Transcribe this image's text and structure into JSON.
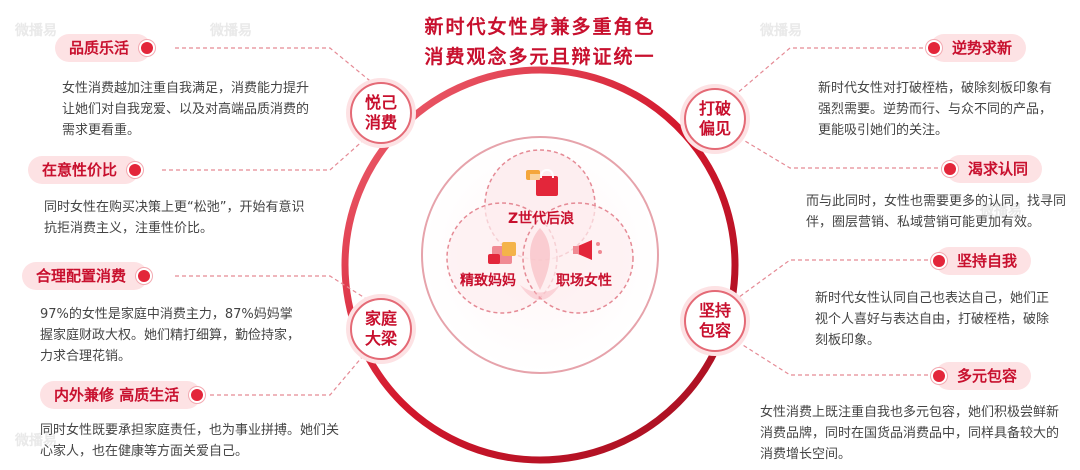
{
  "title": {
    "line1": "新时代女性身兼多重角色",
    "line2": "消费观念多元且辩证统一"
  },
  "nodes": [
    {
      "label": "悦己消费"
    },
    {
      "label": "家庭大梁"
    },
    {
      "label": "打破偏见"
    },
    {
      "label": "坚持包容"
    }
  ],
  "venn": {
    "top": "Z世代后浪",
    "left": "精致妈妈",
    "right": "职场女性"
  },
  "left_items": [
    {
      "title": "品质乐活",
      "desc": "女性消费越加注重自我满足，消费能力提升让她们对自我宠爱、以及对高端品质消费的需求更看重。"
    },
    {
      "title": "在意性价比",
      "desc": "同时女性在购买决策上更“松弛”，开始有意识抗拒消费主义，注重性价比。"
    },
    {
      "title": "合理配置消费",
      "desc": "97%的女性是家庭中消费主力，87%妈妈掌握家庭财政大权。她们精打细算，勤俭持家，力求合理花销。"
    },
    {
      "title": "内外兼修 高质生活",
      "desc": "同时女性既要承担家庭责任，也为事业拼搏。她们关心家人，也在健康等方面关爱自己。"
    }
  ],
  "right_items": [
    {
      "title": "逆势求新",
      "desc": "新时代女性对打破桎梏，破除刻板印象有强烈需要。逆势而行、与众不同的产品，更能吸引她们的关注。"
    },
    {
      "title": "渴求认同",
      "desc": "而与此同时，女性也需要更多的认同，找寻同伴，圈层营销、私域营销可能更加有效。"
    },
    {
      "title": "坚持自我",
      "desc": "新时代女性认同自己也表达自己，她们正视个人喜好与表达自由，打破桎梏，破除刻板印象。"
    },
    {
      "title": "多元包容",
      "desc": "女性消费上既注重自我也多元包容，她们积极尝鲜新消费品牌，同时在国货品消费品中，同样具备较大的消费增长空间。"
    }
  ],
  "watermark": "微播易",
  "colors": {
    "accent": "#c8102e",
    "pill_bg": "#fde2e4",
    "ring": "#d92b3a"
  },
  "icons": [
    "shopping-bag-icon",
    "gift-bag-icon",
    "megaphone-icon",
    "location-pin-icon"
  ]
}
